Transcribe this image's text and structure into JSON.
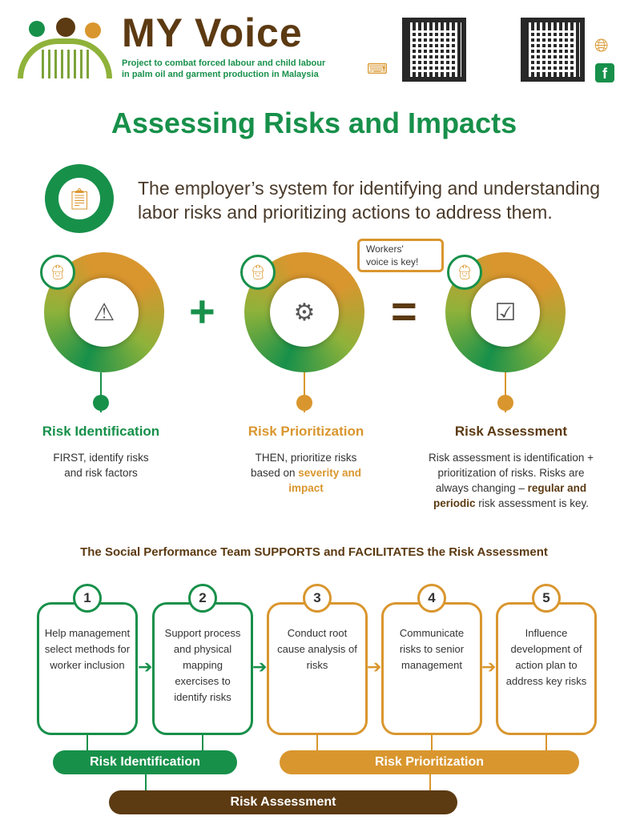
{
  "header": {
    "logo_title": "MY Voice",
    "logo_subtitle_line1": "Project to combat forced labour and child labour",
    "logo_subtitle_line2": "in palm oil and garment production in Malaysia"
  },
  "title": "Assessing Risks and Impacts",
  "intro": {
    "line1": "The employer’s system for identifying and understanding",
    "line2": "labor risks and prioritizing actions to address them."
  },
  "bubble": {
    "line1": "Workers'",
    "line2": "voice is key!"
  },
  "operators": {
    "plus": "+",
    "equals": "="
  },
  "columns": [
    {
      "title": "Risk Identification",
      "desc": "FIRST, identify risks and risk factors"
    },
    {
      "title": "Risk Prioritization",
      "desc_pre": "THEN, prioritize risks based on ",
      "desc_highlight": "severity and impact"
    },
    {
      "title": "Risk Assessment",
      "desc_1": "Risk assessment is identification + prioritization of risks. Risks are always changing –",
      "desc_highlight": "regular and periodic",
      "desc_2": " risk assessment is key."
    }
  ],
  "subheading": "The Social Performance Team SUPPORTS and FACILITATES the Risk Assessment",
  "steps": [
    {
      "num": "1",
      "text": "Help management select methods for worker inclusion"
    },
    {
      "num": "2",
      "text": "Support process and physical mapping exercises to identify risks"
    },
    {
      "num": "3",
      "text": "Conduct root cause analysis of risks"
    },
    {
      "num": "4",
      "text": "Communicate risks to senior management"
    },
    {
      "num": "5",
      "text": "Influence development of action plan to address key risks"
    }
  ],
  "bars": {
    "identification": "Risk Identification",
    "prioritization": "Risk Prioritization",
    "assessment": "Risk Assessment"
  },
  "colors": {
    "green": "#17904a",
    "orange": "#d9962e",
    "brown": "#5c3a12"
  }
}
